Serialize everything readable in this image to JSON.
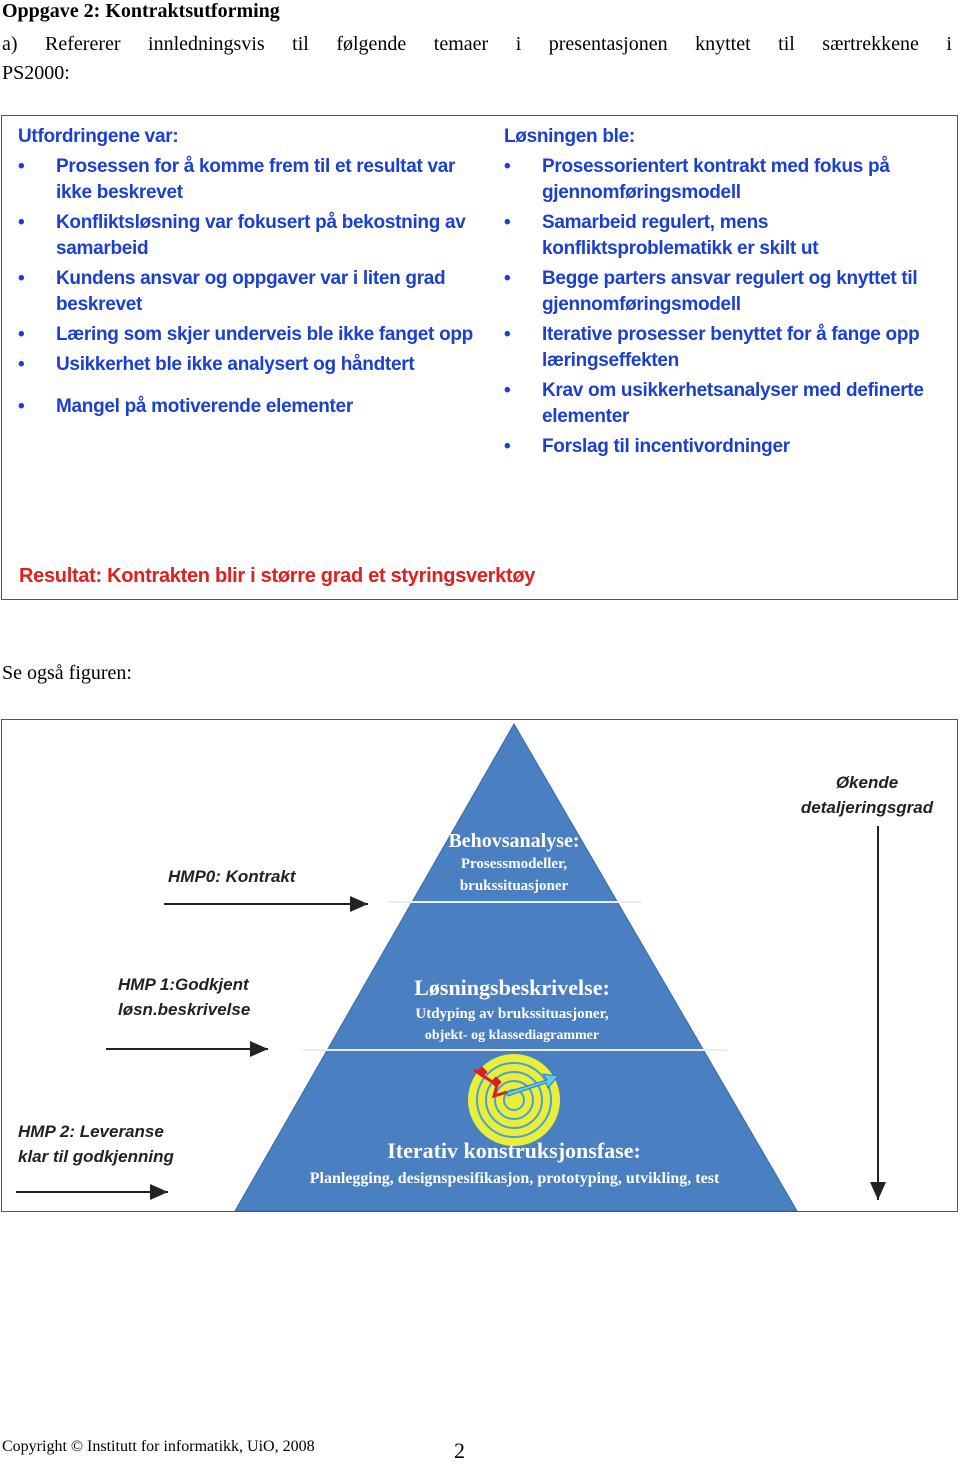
{
  "doc": {
    "heading": "Oppgave 2: Kontraktsutforming",
    "intro_line1": "a) Refererer innledningsvis til følgende temaer i presentasjonen knyttet til særtrekkene i",
    "intro_line2": "PS2000:",
    "see_also": "Se også figuren:",
    "footer": "Copyright © Institutt for informatikk, UiO, 2008",
    "page_number": "2"
  },
  "slide1": {
    "left_heading": "Utfordringene var:",
    "left_items": [
      "Prosessen for å komme frem til et resultat var ikke beskrevet",
      "Konfliktsløsning var fokusert på bekostning av samarbeid",
      "Kundens ansvar og oppgaver var i liten grad beskrevet",
      "Læring som skjer underveis ble ikke fanget opp",
      "Usikkerhet ble ikke analysert og håndtert",
      "Mangel på motiverende elementer"
    ],
    "right_heading": "Løsningen ble:",
    "right_items": [
      "Prosessorientert kontrakt med fokus på gjennomføringsmodell",
      "Samarbeid regulert, mens konfliktsproblematikk er skilt ut",
      "Begge parters ansvar regulert og knyttet til gjennomføringsmodell",
      "Iterative prosesser benyttet for å fange opp læringseffekten",
      "Krav om usikkerhetsanalyser med definerte elementer",
      "Forslag til incentivordninger"
    ],
    "result": "Resultat: Kontrakten blir i større grad et styringsverktøy",
    "bullet_color": "#1a3fd1",
    "result_color": "#e0201c"
  },
  "slide2": {
    "tier1_title": "Behovsanalyse:",
    "tier1_sub1": "Prosessmodeller,",
    "tier1_sub2": "brukssituasjoner",
    "tier2_title": "Løsningsbeskrivelse:",
    "tier2_sub1": "Utdyping av brukssituasjoner,",
    "tier2_sub2": "objekt- og klassediagrammer",
    "tier3_title": "Iterativ konstruksjonsfase:",
    "tier3_sub": "Planlegging, designspesifikasjon, prototyping, utvikling, test",
    "hmp0": "HMP0: Kontrakt",
    "hmp1_line1": "HMP 1:Godkjent",
    "hmp1_line2": "løsn.beskrivelse",
    "hmp2_line1": "HMP 2: Leveranse",
    "hmp2_line2": "klar til godkjenning",
    "okende_line1": "Økende",
    "okende_line2": "detaljeringsgrad",
    "pyramid_color": "#4a7fc1"
  }
}
